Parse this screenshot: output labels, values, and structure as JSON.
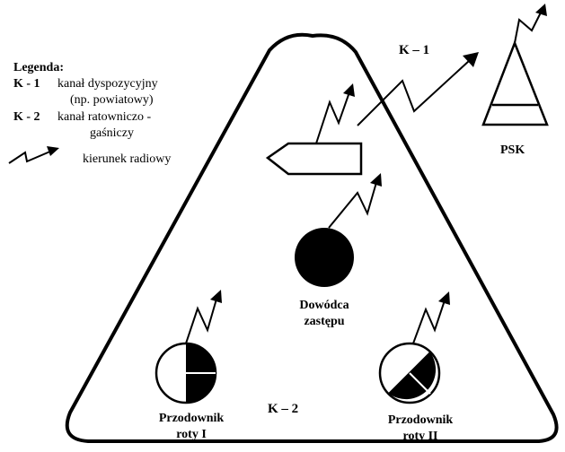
{
  "legend": {
    "title": "Legenda:",
    "k1_code": "K - 1",
    "k1_desc": "kanał dyspozycyjny",
    "k1_desc2": "(np. powiatowy)",
    "k2_code": "K - 2",
    "k2_desc": "kanał ratowniczo -",
    "k2_desc2": "gaśniczy",
    "radio_desc": "kierunek radiowy"
  },
  "labels": {
    "k1": "K – 1",
    "k2": "K – 2",
    "psk": "PSK",
    "commander_line1": "Dowódca",
    "commander_line2": "zastępu",
    "leader1_line1": "Przodownik",
    "leader1_line2": "roty I",
    "leader2_line1": "Przodownik",
    "leader2_line2": "roty II"
  },
  "icons": [
    "radio-direction-icon",
    "vehicle-icon",
    "psk-station-icon",
    "commander-icon",
    "leader-roty-i-icon",
    "leader-roty-ii-icon"
  ],
  "colors": {
    "stroke": "#000000",
    "fill": "#000000",
    "background": "#ffffff"
  }
}
